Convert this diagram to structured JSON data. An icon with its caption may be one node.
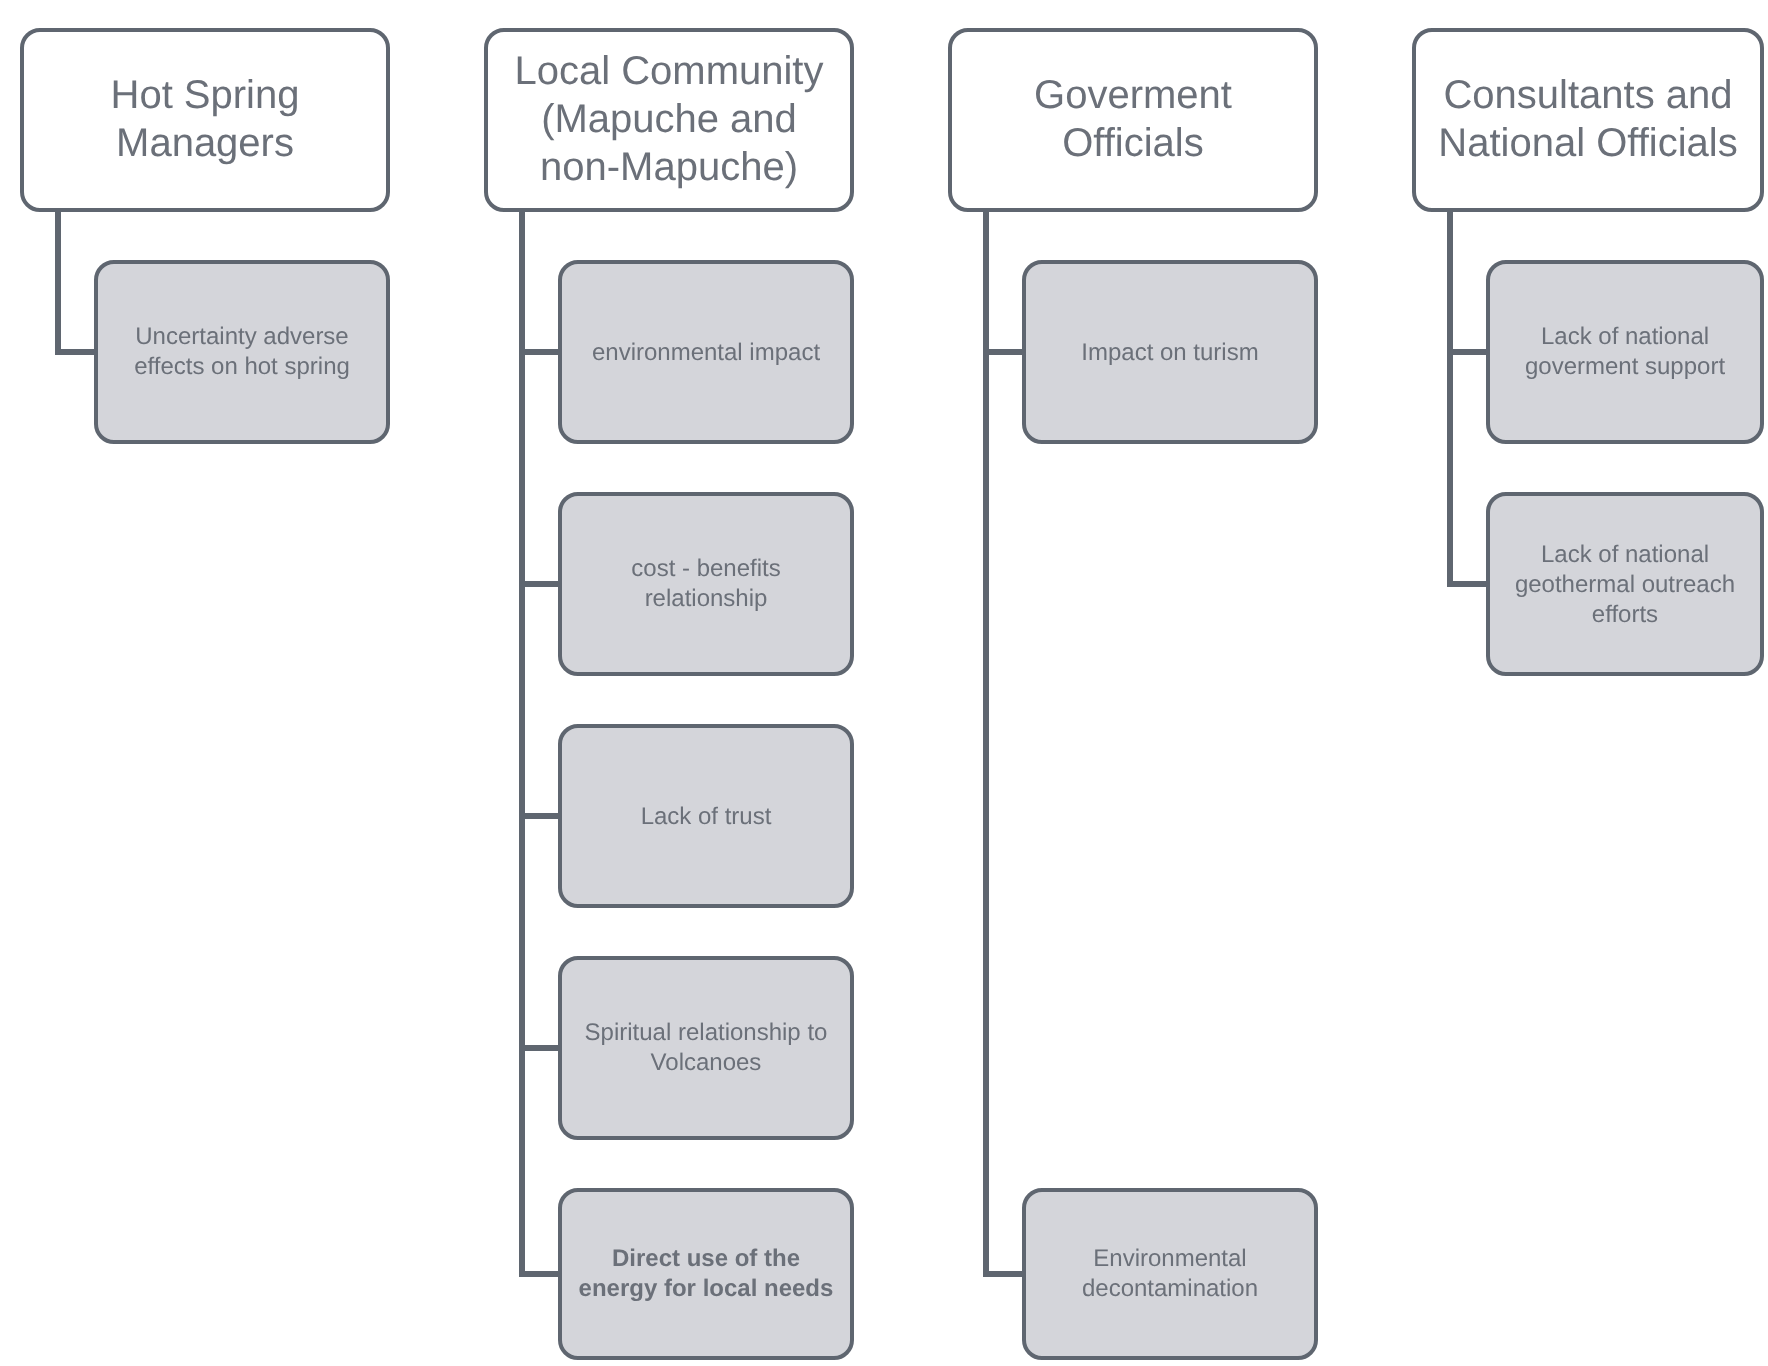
{
  "diagram": {
    "nodes": [
      {
        "text": [
          "Hot Spring Managers"
        ]
      },
      {
        "text": [
          "Uncertainty adverse effects on hot spring"
        ]
      },
      {
        "text": [
          "Local Community (Mapuche and non-Mapuche)"
        ]
      },
      {
        "text": [
          "environmental impact"
        ]
      },
      {
        "text": [
          "cost - benefits relationship"
        ]
      },
      {
        "text": [
          "Lack of trust"
        ]
      },
      {
        "text": [
          "Spiritual relationship to Volcanoes"
        ]
      },
      {
        "text": [
          "Direct use of the energy for local needs"
        ]
      },
      {
        "text": [
          "Goverment Officials"
        ]
      },
      {
        "text": [
          "Impact on turism"
        ]
      },
      {
        "text": [
          "Environmental decontamination"
        ]
      },
      {
        "text": [
          "Consultants and National Officials"
        ]
      },
      {
        "text": [
          "Lack of national goverment support"
        ]
      },
      {
        "text": [
          "Lack of national geothermal outreach efforts"
        ]
      }
    ],
    "edges": [
      {
        "from": 0,
        "to": 1,
        "arrow": "none"
      },
      {
        "from": 2,
        "to": 3,
        "arrow": "none"
      },
      {
        "from": 2,
        "to": 4,
        "arrow": "none"
      },
      {
        "from": 2,
        "to": 5,
        "arrow": "none"
      },
      {
        "from": 2,
        "to": 6,
        "arrow": "none"
      },
      {
        "from": 2,
        "to": 7,
        "arrow": "none"
      },
      {
        "from": 8,
        "to": 9,
        "arrow": "none"
      },
      {
        "from": 8,
        "to": 10,
        "arrow": "none"
      },
      {
        "from": 11,
        "to": 12,
        "arrow": "none"
      },
      {
        "from": 11,
        "to": 13,
        "arrow": "none"
      }
    ]
  }
}
